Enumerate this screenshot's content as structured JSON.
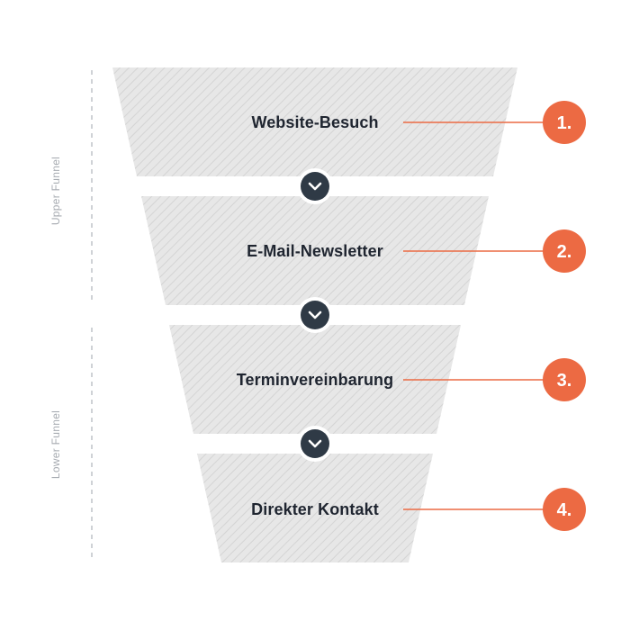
{
  "colors": {
    "stage_fill": "#e7e7e7",
    "stage_hatch": "#d4d4d4",
    "badge": "#ec6a43",
    "connector": "#ec6a43",
    "chevron_circle": "#2f3a46",
    "chevron_ring": "#ffffff",
    "text": "#1f2530",
    "side_label": "#a7abb1",
    "side_line": "#cfd2d6"
  },
  "side_labels": {
    "upper": "Upper Funnel",
    "lower": "Lower Funnel"
  },
  "stages": [
    {
      "label": "Website-Besuch",
      "number": "1."
    },
    {
      "label": "E-Mail-Newsletter",
      "number": "2."
    },
    {
      "label": "Terminvereinbarung",
      "number": "3."
    },
    {
      "label": "Direkter Kontakt",
      "number": "4."
    }
  ],
  "icons": {
    "chevron": "chevron-down-icon"
  }
}
